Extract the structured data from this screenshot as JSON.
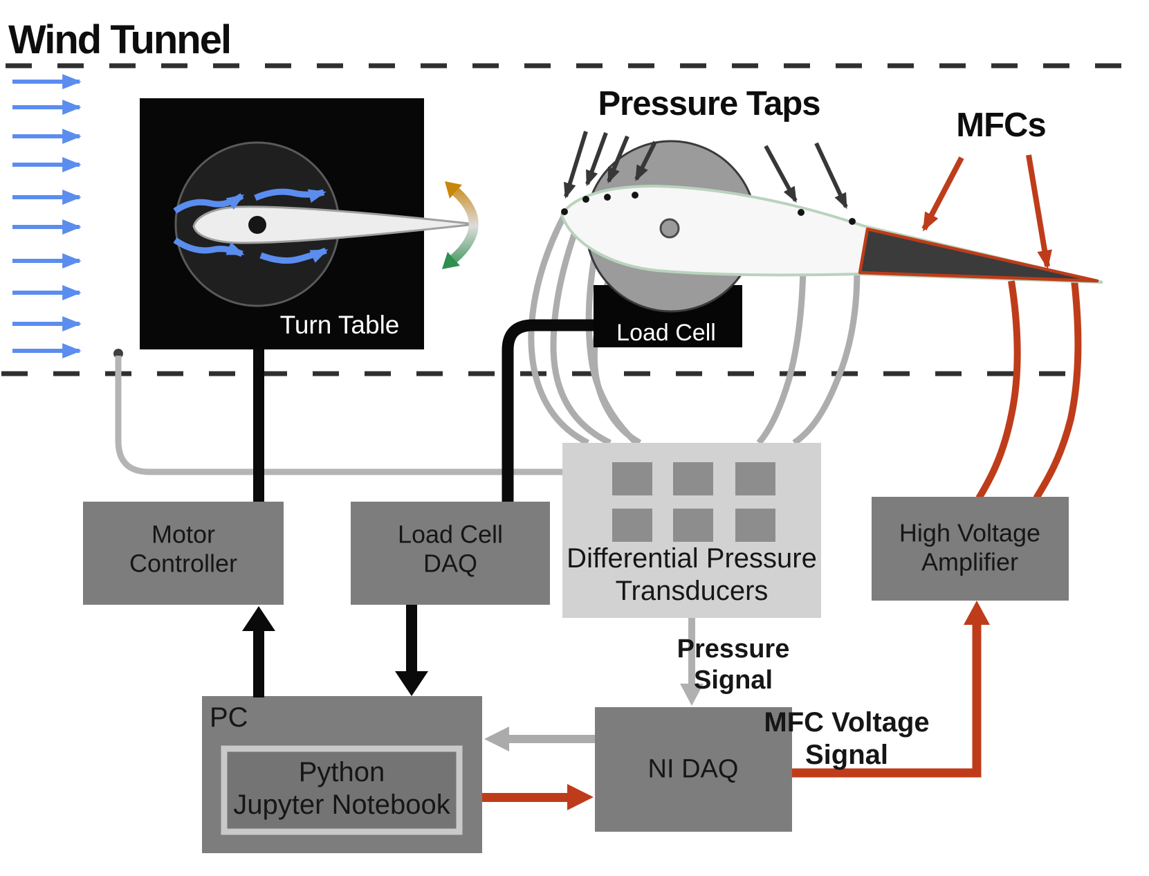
{
  "header": {
    "title": "Wind Tunnel"
  },
  "annotations": {
    "pressure_taps": "Pressure Taps",
    "mfcs": "MFCs",
    "pressure_signal": "Pressure\nSignal",
    "mfc_voltage_signal": "MFC Voltage\nSignal"
  },
  "boxes": {
    "turn_table": {
      "label": "Turn Table"
    },
    "load_cell": {
      "label": "Load Cell"
    },
    "motor_controller": {
      "label": "Motor\nController"
    },
    "load_cell_daq": {
      "label": "Load Cell\nDAQ"
    },
    "differential_pressure_transducers": {
      "label": "Differential Pressure\nTransducers"
    },
    "high_voltage_amplifier": {
      "label": "High Voltage\nAmplifier"
    },
    "ni_daq": {
      "label": "NI DAQ"
    },
    "pc": {
      "label": "PC"
    },
    "python_notebook": {
      "label": "Python\nJupyter Notebook"
    }
  },
  "colors": {
    "flow_blue": "#5b8def",
    "signal_red": "#bf3c1a",
    "wire_gray": "#b0b0b0",
    "box_gray": "#7d7d7d",
    "transducer_panel": "#d2d2d2",
    "transducer_square": "#8d8d8d",
    "airfoil_outline_green": "#b9d3bc",
    "rotation_amber": "#c8860a",
    "rotation_green": "#2e8f4e",
    "dark": "#0b0b0b"
  }
}
